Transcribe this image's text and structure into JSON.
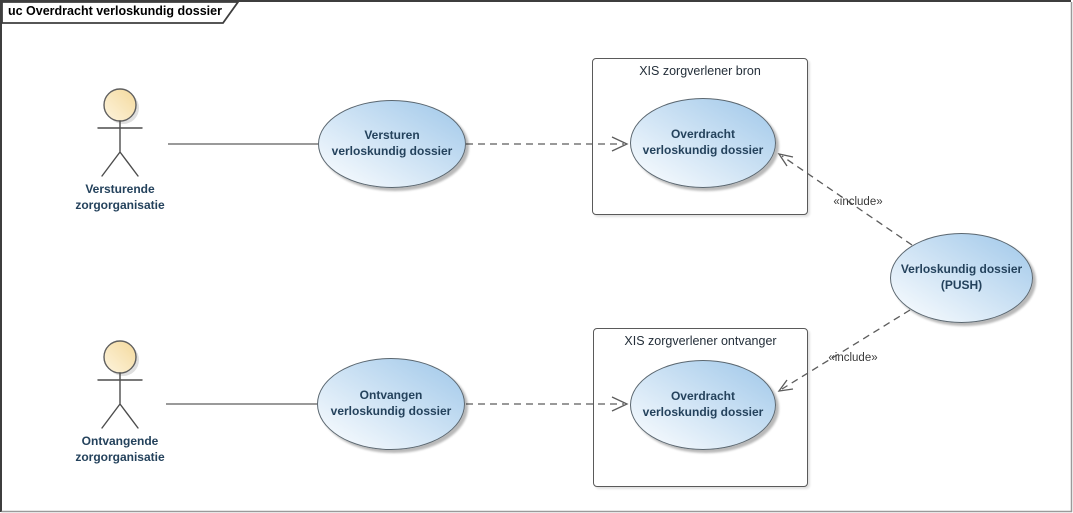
{
  "frame": {
    "title": "uc Overdracht verloskundig dossier"
  },
  "actors": [
    {
      "label": [
        "Versturende",
        "zorgorganisatie"
      ]
    },
    {
      "label": [
        "Ontvangende",
        "zorgorganisatie"
      ]
    }
  ],
  "systems": [
    {
      "label": "XIS zorgverlener bron"
    },
    {
      "label": "XIS zorgverlener ontvanger"
    }
  ],
  "use_cases": {
    "versturen": [
      "Versturen",
      "verloskundig dossier"
    ],
    "overdracht_bron": [
      "Overdracht",
      "verloskundig dossier"
    ],
    "ontvangen": [
      "Ontvangen",
      "verloskundig dossier"
    ],
    "overdracht_ontvanger": [
      "Overdracht",
      "verloskundig dossier"
    ],
    "push": [
      "Verloskundig dossier",
      "(PUSH)"
    ]
  },
  "relations": {
    "include": "«include»"
  },
  "colors": {
    "use_case_fill_dark": "#9fc7e9",
    "use_case_fill_light": "#eff6fc",
    "use_case_border": "#5b6770",
    "actor_head_fill": "#f8e2ad",
    "node_text": "#24425c",
    "connector_line": "#5c5c5c"
  }
}
